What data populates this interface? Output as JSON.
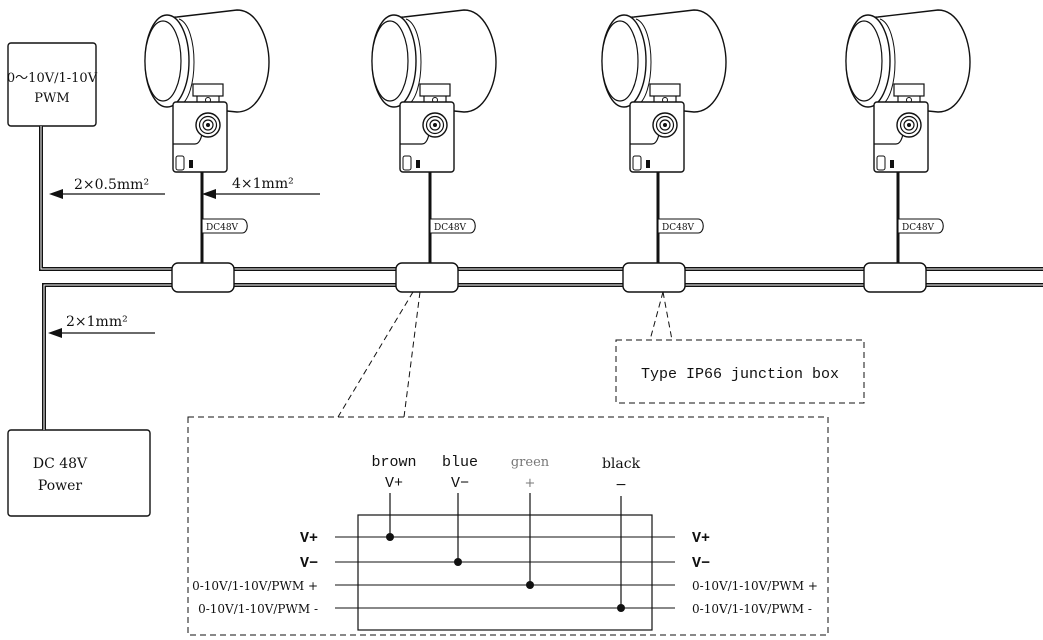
{
  "control_box": {
    "line1": "0～10V/1-10V",
    "line2": "PWM"
  },
  "power_box": {
    "line1": "DC 48V",
    "line2": "Power"
  },
  "cable_control": "2×0.5mm²",
  "cable_fixture": "4×1mm²",
  "cable_power": "2×1mm²",
  "fixture_tag": "DC48V",
  "junction_label": "Type IP66 junction box",
  "wires": [
    {
      "color_name": "brown",
      "signal": "V+",
      "stroke": "#111111"
    },
    {
      "color_name": "blue",
      "signal": "V−",
      "stroke": "#111111"
    },
    {
      "color_name": "green",
      "signal": "+",
      "stroke": "#777777"
    },
    {
      "color_name": "black",
      "signal": "−",
      "stroke": "#111111"
    }
  ],
  "bus_left": [
    "V+",
    "V−",
    "0-10V/1-10V/PWM +",
    "0-10V/1-10V/PWM -"
  ],
  "bus_right": [
    "V+",
    "V−",
    "0-10V/1-10V/PWM +",
    "0-10V/1-10V/PWM -"
  ]
}
